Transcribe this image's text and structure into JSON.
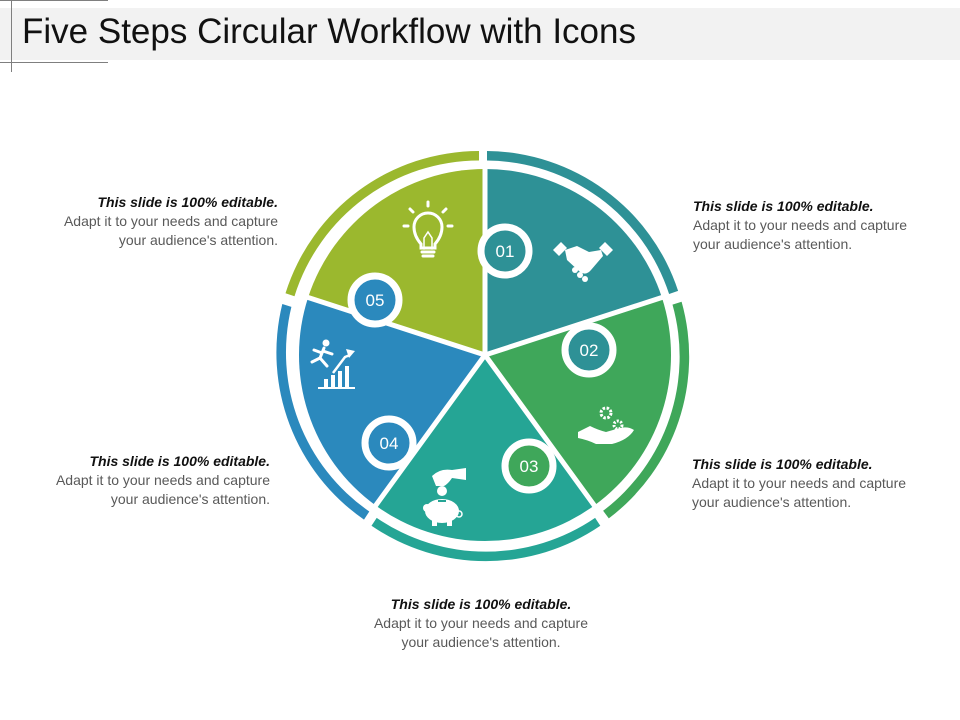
{
  "slide": {
    "title": "Five Steps Circular Workflow with Icons"
  },
  "colors": {
    "step1": "#2e9196",
    "step2": "#3fa75a",
    "step3": "#25a595",
    "step4": "#2b89bd",
    "step5": "#9bb82e",
    "title_band": "#f2f2f2"
  },
  "steps": [
    {
      "number": "01",
      "icon": "handshake-icon",
      "heading": "This slide is 100% editable.",
      "body": "Adapt it to your needs and capture your audience's attention."
    },
    {
      "number": "02",
      "icon": "hand-gears-icon",
      "heading": "This slide is 100% editable.",
      "body": "Adapt it to your needs and capture your audience's attention."
    },
    {
      "number": "03",
      "icon": "piggy-bank-coin-icon",
      "heading": "This slide is 100% editable.",
      "body": "Adapt it to your needs and capture your audience's attention."
    },
    {
      "number": "04",
      "icon": "runner-growth-chart-icon",
      "heading": "This slide is 100% editable.",
      "body": "Adapt it to your needs and capture your audience's attention."
    },
    {
      "number": "05",
      "icon": "lightbulb-icon",
      "heading": "This slide is 100% editable.",
      "body": "Adapt it to your needs and capture your audience's attention."
    }
  ]
}
